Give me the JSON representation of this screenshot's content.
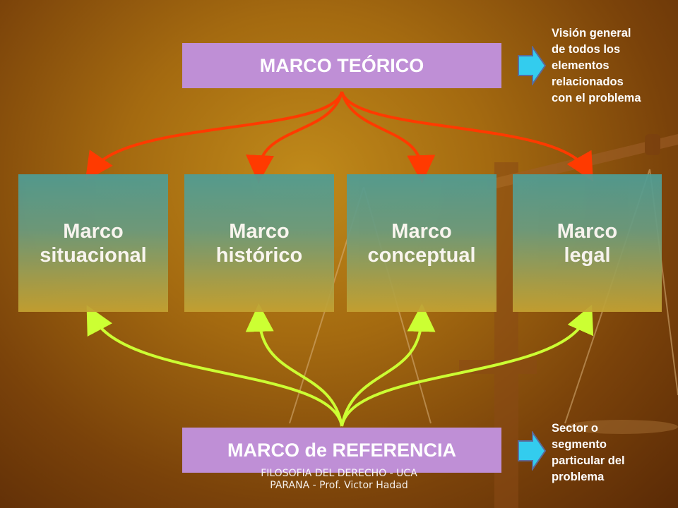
{
  "diagram": {
    "top_box": "MARCO TEÓRICO",
    "bottom_box": "MARCO de REFERENCIA",
    "frames": [
      {
        "line1": "Marco",
        "line2": "situacional"
      },
      {
        "line1": "Marco",
        "line2": "histórico"
      },
      {
        "line1": "Marco",
        "line2": "conceptual"
      },
      {
        "line1": "Marco",
        "line2": "legal"
      }
    ],
    "note_top": [
      "Visión general",
      "de todos los",
      "elementos",
      "relacionados",
      "con el problema"
    ],
    "note_bottom": [
      "Sector o",
      "segmento",
      "particular del",
      "problema"
    ],
    "footer": [
      "FILOSOFIA DEL DERECHO - UCA",
      "PARANA - Prof. Victor Hadad"
    ]
  },
  "colors": {
    "box_fill": "#bf8fd6",
    "arrow_top": "#ff3a00",
    "arrow_bottom": "#ccff33",
    "side_arrow": "#33ccee"
  }
}
